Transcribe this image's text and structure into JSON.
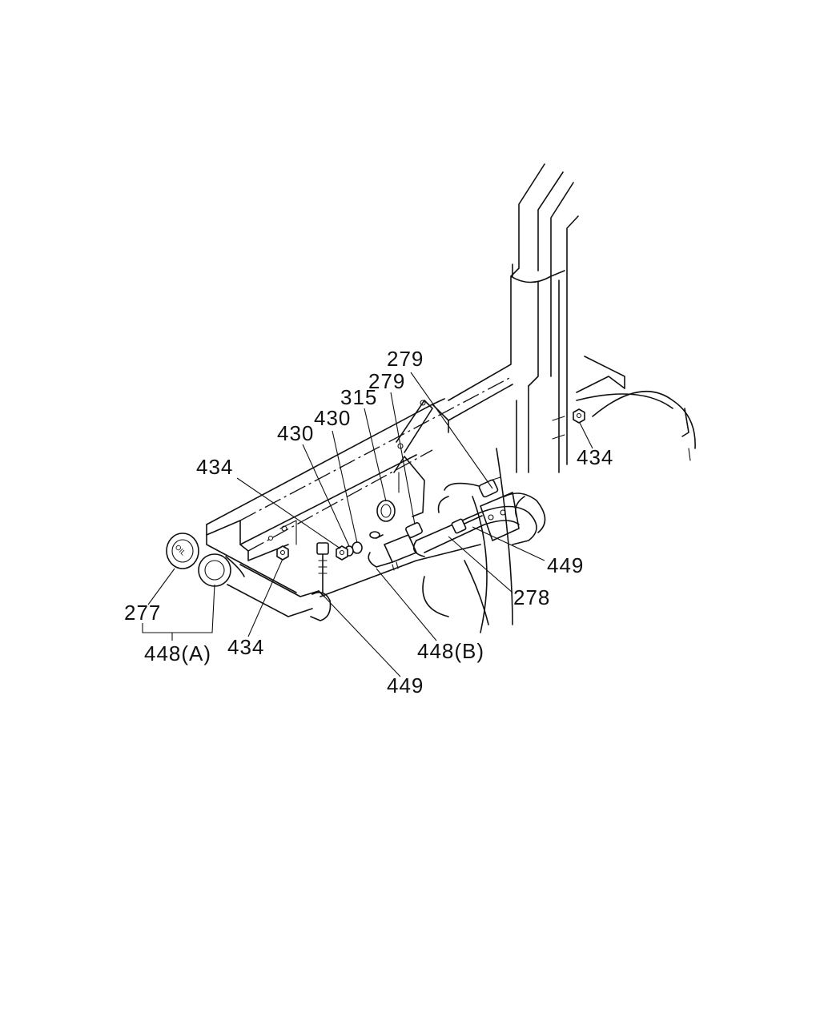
{
  "diagram": {
    "labels": {
      "l279a": "279",
      "l279b": "279",
      "l315": "315",
      "l430a": "430",
      "l430b": "430",
      "l434a": "434",
      "l434b": "434",
      "l434c": "434",
      "l449a": "449",
      "l449b": "449",
      "l278": "278",
      "l277": "277",
      "l448a": "448(A)",
      "l448b": "448(B)"
    },
    "cap_text": "OIL"
  }
}
